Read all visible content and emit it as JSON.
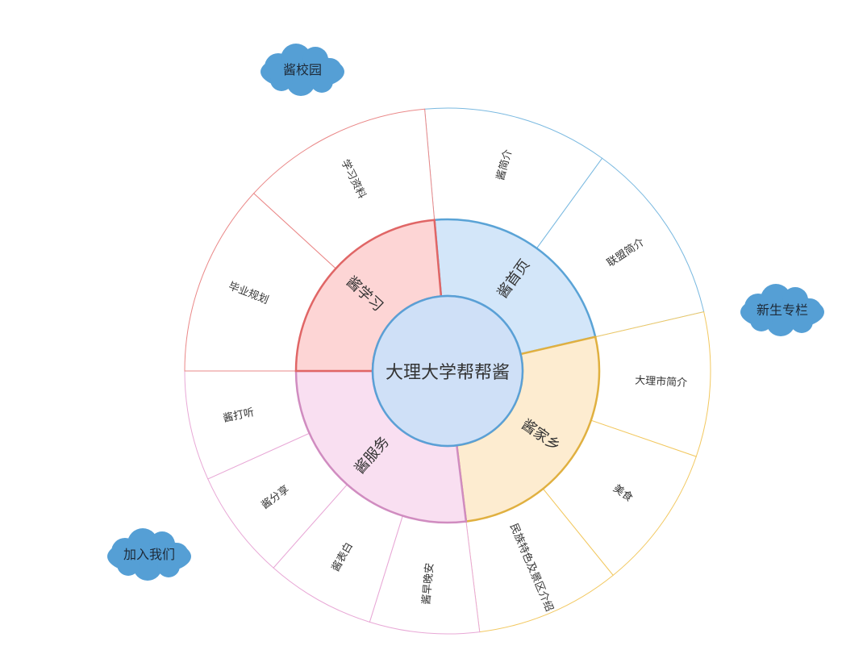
{
  "center": {
    "label": "大理大学帮帮酱",
    "fill": "#cfe0f7",
    "stroke": "#5aa0d6"
  },
  "sectors": [
    {
      "label": "酱首页",
      "fill": "#d3e6f9",
      "stroke": "#5aa3d6",
      "outerStroke": "#7ab9e0",
      "items": [
        "酱简介",
        "联盟简介"
      ]
    },
    {
      "label": "酱家乡",
      "fill": "#fdecd0",
      "stroke": "#e0b040",
      "outerStroke": "#f2c860",
      "items": [
        "大理市简介",
        "美食",
        "民族特色及景区介绍"
      ]
    },
    {
      "label": "酱服务",
      "fill": "#f9dff1",
      "stroke": "#d08cc0",
      "outerStroke": "#e8a8d6",
      "items": [
        "酱早晚安",
        "酱表白",
        "酱分享",
        "酱打听"
      ]
    },
    {
      "label": "酱学习",
      "fill": "#fdd5d5",
      "stroke": "#e06666",
      "outerStroke": "#ea8888",
      "items": [
        "毕业规划",
        "学习资料"
      ]
    }
  ],
  "clouds": [
    {
      "label": "酱校园",
      "color": "#559fd5"
    },
    {
      "label": "新生专栏",
      "color": "#559fd5"
    },
    {
      "label": "加入我们",
      "color": "#559fd5"
    }
  ]
}
